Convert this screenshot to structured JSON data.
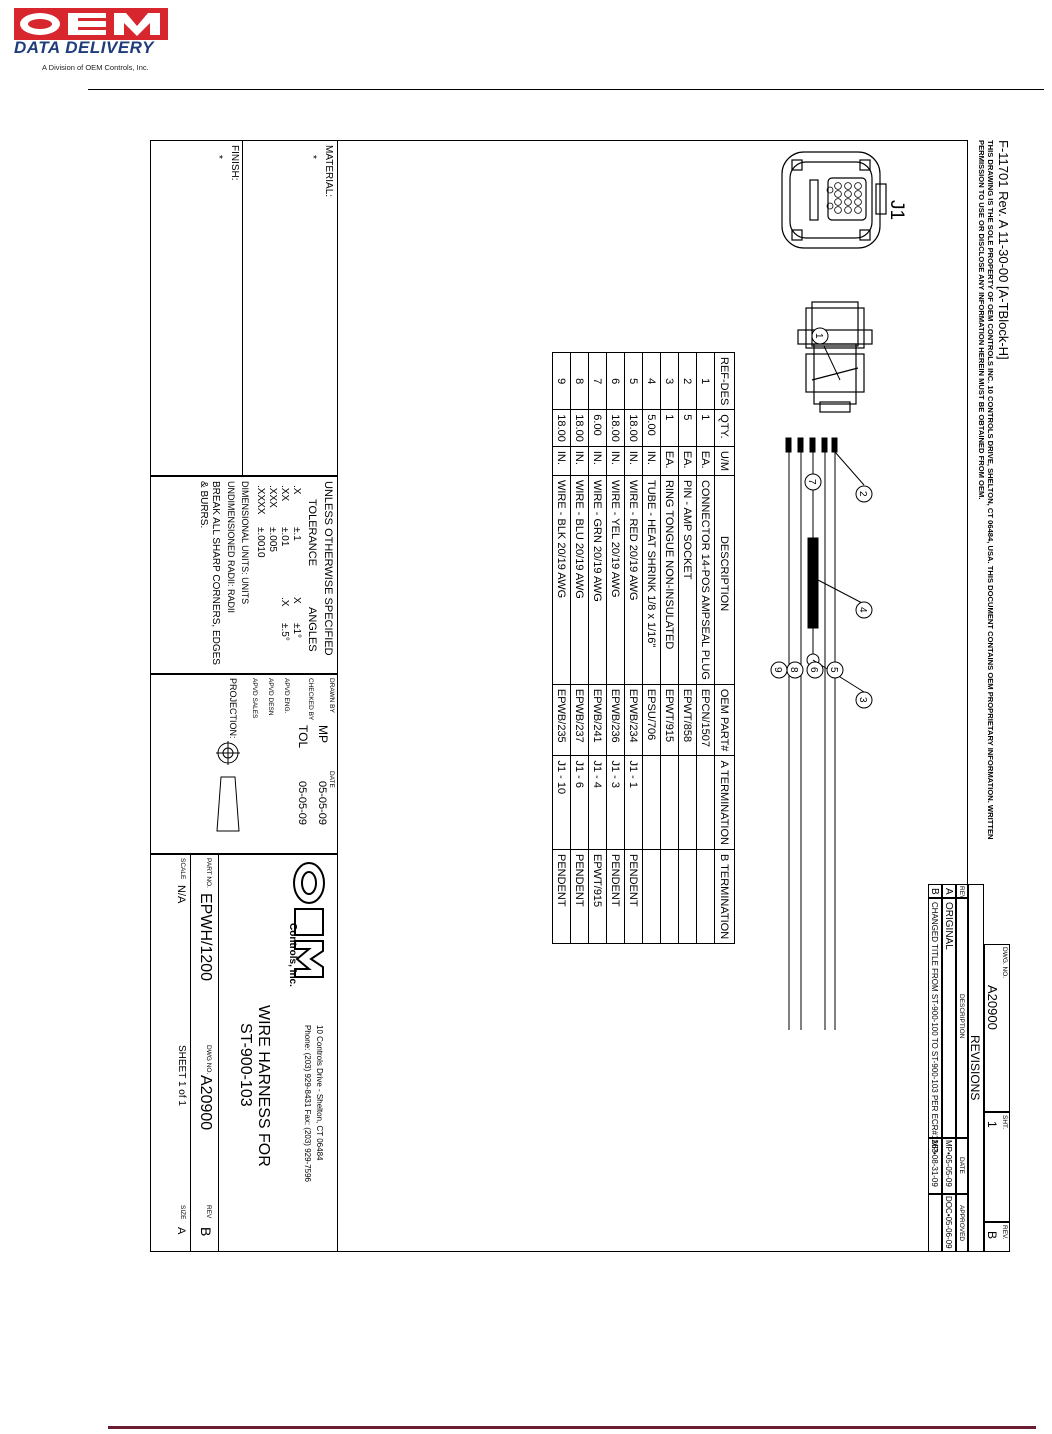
{
  "page_header": {
    "logo_text": "OEM",
    "title": "DATA DELIVERY",
    "subtitle": "A Division of OEM Controls, Inc."
  },
  "drawing": {
    "form_label": "F-11701 Rev. A  11-30-00 [A-TBlock-H]",
    "notice": "THIS DRAWING IS THE SOLE PROPERTY OF OEM CONTROLS INC. 10 CONTROLS DRIVE, SHELTON, CT 06484, USA. THIS DOCUMENT CONTAINS OEM PROPRIETARY INFORMATION. WRITTEN PERMISSION TO USE OR DISCLOSE ANY INFORMATION HEREIN MUST BE OBTAINED FROM OEM.",
    "revisions": {
      "dwg_no_label": "DWG. NO.",
      "dwg_no": "A20900",
      "sht_label": "SHT.",
      "sht": "1",
      "rev_label": "REV.",
      "rev": "B",
      "title": "REVISIONS",
      "headers": [
        "REV",
        "DESCRIPTION",
        "DATE",
        "APPROVED"
      ],
      "rows": [
        {
          "rev": "A",
          "description": "ORIGINAL",
          "date": "MP•05-05-09",
          "approved": "DOC•05-06-09"
        },
        {
          "rev": "B",
          "description": "CHANGED TITLE FROM ST-900-100 TO ST-900-103 PER  ECR#1263",
          "date": "MP•08-31-09",
          "approved": ""
        }
      ]
    },
    "connector_label": "J1",
    "balloons": [
      "1",
      "2",
      "3",
      "4",
      "5",
      "6",
      "7",
      "8",
      "9"
    ],
    "bom": {
      "headers": [
        "REF-DES",
        "QTY.",
        "U/M",
        "DESCRIPTION",
        "OEM PART#",
        "A TERMINATION",
        "B TERMINATION"
      ],
      "rows": [
        [
          "1",
          "1",
          "EA.",
          "CONNECTOR 14-POS AMPSEAL PLUG",
          "EPCN/1507",
          "",
          ""
        ],
        [
          "2",
          "5",
          "EA.",
          "PIN - AMP SOCKET",
          "EPWT/858",
          "",
          ""
        ],
        [
          "3",
          "1",
          "EA.",
          "RING TONGUE NON-INSULATED",
          "EPWT/915",
          "",
          ""
        ],
        [
          "4",
          "5.00",
          "IN.",
          "TUBE - HEAT SHRINK 1/8 x 1/16\"",
          "EPSU/706",
          "",
          ""
        ],
        [
          "5",
          "18.00",
          "IN.",
          "WIRE - RED 20/19 AWG",
          "EPWB/234",
          "J1 - 1",
          "PENDENT"
        ],
        [
          "6",
          "18.00",
          "IN.",
          "WIRE - YEL 20/19 AWG",
          "EPWB/236",
          "J1 - 3",
          "PENDENT"
        ],
        [
          "7",
          "6.00",
          "IN.",
          "WIRE - GRN 20/19 AWG",
          "EPWB/241",
          "J1 - 4",
          "EPWT/915"
        ],
        [
          "8",
          "18.00",
          "IN.",
          "WIRE - BLU 20/19 AWG",
          "EPWB/237",
          "J1 - 6",
          "PENDENT"
        ],
        [
          "9",
          "18.00",
          "IN.",
          "WIRE - BLK 20/19 AWG",
          "EPWB/235",
          "J1 - 10",
          "PENDENT"
        ]
      ]
    },
    "title_block": {
      "material_label": "MATERIAL:",
      "material_value": "*",
      "finish_label": "FINISH:",
      "finish_value": "*",
      "unless": "UNLESS OTHERWISE SPECIFIED",
      "tolerance_label": "TOLERANCE",
      "angles_label": "ANGLES",
      "tolerances": [
        {
          "k": ".X",
          "v": "±.1"
        },
        {
          "k": ".XX",
          "v": "±.01"
        },
        {
          "k": ".XXX",
          "v": "±.005"
        },
        {
          "k": ".XXXX",
          "v": "±.0010"
        }
      ],
      "angles": [
        {
          "k": "X",
          "v": "±1°"
        },
        {
          "k": ".X",
          "v": "±.5°"
        }
      ],
      "dim_units": "DIMENSIONAL UNITS: UNITS",
      "radii": "UNDIMENSIONED RADII: RADII",
      "break_edges": "BREAK ALL SHARP CORNERS, EDGES & BURRS.",
      "drawn_by_label": "DRAWN BY",
      "drawn_by": "MP",
      "checked_label": "CHECKED BY",
      "checked": "TOL",
      "date_label": "DATE",
      "drawn_date": "05-05-09",
      "checked_date": "05-05-09",
      "appvd_eng": "APVD ENG.",
      "appvd_desn": "APVD DESN",
      "appvd_sales": "APVD SALES",
      "projection_label": "PROJECTION:",
      "company_logo": "OEM",
      "company_name": "Controls, Inc.",
      "company_address": "10 Controls Drive - Shelton, CT 06484",
      "company_phone": "Phone: (203) 929-8431 Fax: (203) 929-7596",
      "title": "WIRE HARNESS FOR",
      "title2": "ST-900-103",
      "part_no_label": "PART NO.",
      "part_no": "EPWH/1200",
      "dwg_no_label": "DWG NO.",
      "dwg_no": "A20900",
      "rev_label": "REV",
      "rev": "B",
      "scale_label": "SCALE",
      "scale": "N/A",
      "sheet": "SHEET 1 of 1",
      "size_label": "SIZE",
      "size": "A"
    }
  },
  "colors": {
    "logo_red": "#d7262e",
    "logo_blue": "#1f3d7a",
    "footer_rule": "#6b1e33"
  }
}
